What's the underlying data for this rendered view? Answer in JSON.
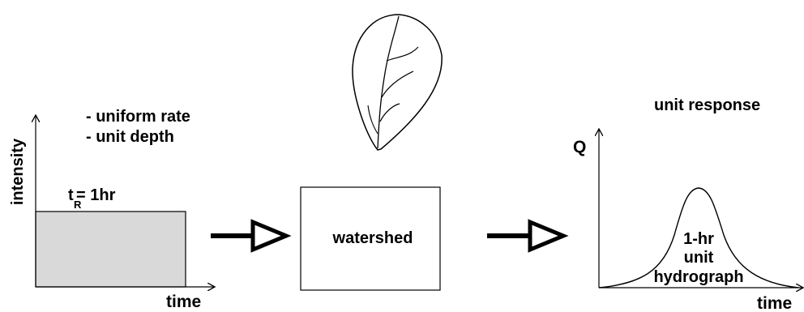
{
  "input": {
    "ylabel": "intensity",
    "xlabel": "time",
    "bullets": [
      "- uniform rate",
      "- unit depth"
    ],
    "duration_symbol": "t",
    "duration_subscript": "R",
    "duration_value": "= 1hr"
  },
  "watershed": {
    "label": "watershed"
  },
  "output": {
    "title": "unit response",
    "ylabel": "Q",
    "xlabel": "time",
    "curve_label_lines": [
      "1-hr",
      "unit",
      "hydrograph"
    ]
  },
  "colors": {
    "rain_fill": "#d9d9d9",
    "stroke": "#000000",
    "background": "#ffffff"
  },
  "icons": [
    "leaf-icon",
    "hollow-arrow-icon"
  ]
}
